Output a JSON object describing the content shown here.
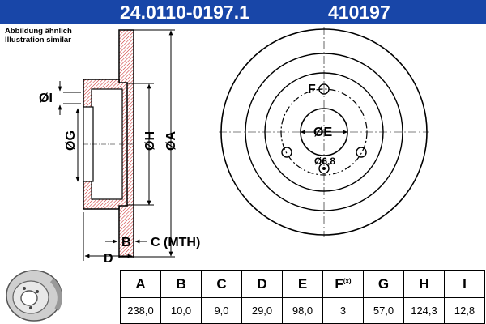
{
  "header": {
    "part_number": "24.0110-0197.1",
    "short_number": "410197"
  },
  "note": {
    "line1": "Abbildung ähnlich",
    "line2": "Illustration similar"
  },
  "diagram": {
    "labels": {
      "I": "ØI",
      "G": "ØG",
      "H": "ØH",
      "A": "ØA",
      "B": "B",
      "C": "C (MTH)",
      "D": "D",
      "F": "F",
      "E": "ØE",
      "bolt_hole": "Ø6,8"
    },
    "colors": {
      "hatch": "#cc3333",
      "accent": "#1846a8",
      "line": "#000000"
    }
  },
  "table": {
    "headers": [
      "A",
      "B",
      "C",
      "D",
      "E",
      "F",
      "G",
      "H",
      "I"
    ],
    "f_suffix": "(x)",
    "values": [
      "238,0",
      "10,0",
      "9,0",
      "29,0",
      "98,0",
      "3",
      "57,0",
      "124,3",
      "12,8"
    ]
  },
  "thumbnail": {
    "icon": "brake-disc-icon"
  }
}
